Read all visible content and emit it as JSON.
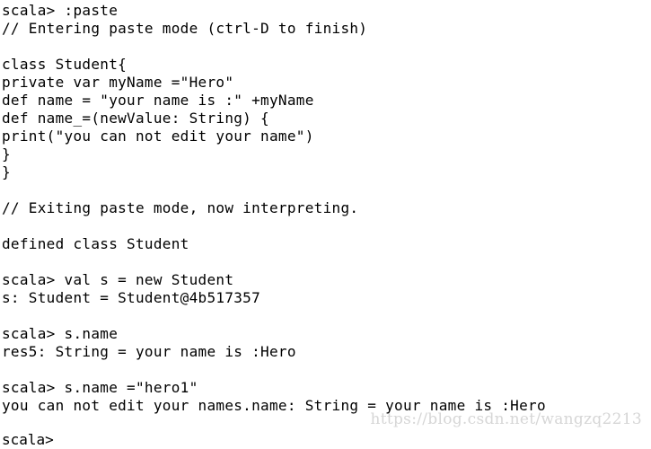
{
  "terminal": {
    "lines": [
      "scala> :paste",
      "// Entering paste mode (ctrl-D to finish)",
      "",
      "class Student{",
      "private var myName =\"Hero\"",
      "def name = \"your name is :\" +myName",
      "def name_=(newValue: String) {",
      "print(\"you can not edit your name\")",
      "}",
      "}",
      "",
      "// Exiting paste mode, now interpreting.",
      "",
      "defined class Student",
      "",
      "scala> val s = new Student",
      "s: Student = Student@4b517357",
      "",
      "scala> s.name",
      "res5: String = your name is :Hero",
      "",
      "scala> s.name =\"hero1\"",
      "you can not edit your names.name: String = your name is :Hero"
    ],
    "partial_line": "scala>"
  },
  "watermark": {
    "text": "https://blog.csdn.net/wangzq2213"
  },
  "colors": {
    "background": "#ffffff",
    "text": "#000000",
    "watermark": "#d6d6d6"
  }
}
